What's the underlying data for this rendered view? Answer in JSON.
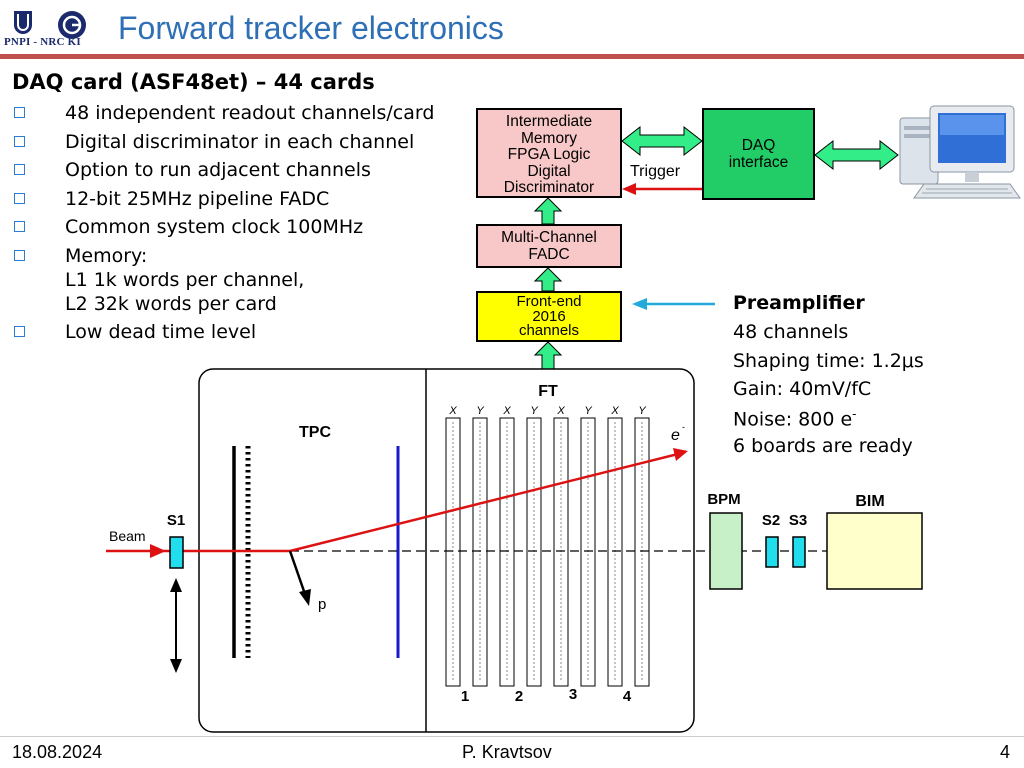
{
  "header": {
    "logo_text": "PNPI - NRC KI",
    "title": "Forward tracker electronics"
  },
  "daq": {
    "heading": "DAQ card (ASF48et) – 44 cards",
    "bullets": [
      "48 independent readout channels/card",
      "Digital discriminator in each channel",
      "Option to run adjacent channels",
      "12-bit 25MHz pipeline FADC",
      "Common system clock 100MHz",
      "Memory:\nL1 1k words per channel,\nL2 32k words per card",
      "Low dead time level"
    ]
  },
  "blocks": {
    "intermediate": [
      "Intermediate",
      "Memory",
      "FPGA Logic",
      "Digital",
      "Discriminator"
    ],
    "daq_interface": [
      "DAQ",
      "interface"
    ],
    "multichannel": [
      "Multi-Channel",
      "FADC"
    ],
    "frontend": [
      "Front-end",
      "2016",
      "channels"
    ],
    "trigger_label": "Trigger"
  },
  "preamplifier": {
    "title": "Preamplifier",
    "lines": [
      "48 channels",
      "Shaping time: 1.2μs",
      "Gain: 40mV/fC",
      "Noise: 800 e",
      "6 boards are ready"
    ],
    "noise_superscript": "-"
  },
  "setup": {
    "tpc_label": "TPC",
    "ft_label": "FT",
    "plane_labels": [
      "X",
      "Y",
      "X",
      "Y",
      "X",
      "Y",
      "X",
      "Y"
    ],
    "station_numbers": [
      "1",
      "2",
      "3",
      "4"
    ],
    "electron_label": "e",
    "electron_sup": "-",
    "proton_label": "p",
    "beam_label": "Beam",
    "s1_label": "S1",
    "s2_label": "S2",
    "s3_label": "S3",
    "bpm_label": "BPM",
    "bim_label": "BIM"
  },
  "colors": {
    "title": "#2e6fb5",
    "rule": "#c0504d",
    "fpga_box": "#f8c8c8",
    "daq_box": "#22cc66",
    "frontend_box": "#ffff00",
    "arrow_green": "#33ee88",
    "arrow_red": "#dd1111",
    "arrow_blue": "#22aadd",
    "scintillator": "#22ddee",
    "bpm": "#c8f0c8",
    "bim": "#ffffcc",
    "tpc_wire": "#1a1acc"
  },
  "footer": {
    "date": "18.08.2024",
    "author": "P. Kravtsov",
    "page": "4"
  }
}
